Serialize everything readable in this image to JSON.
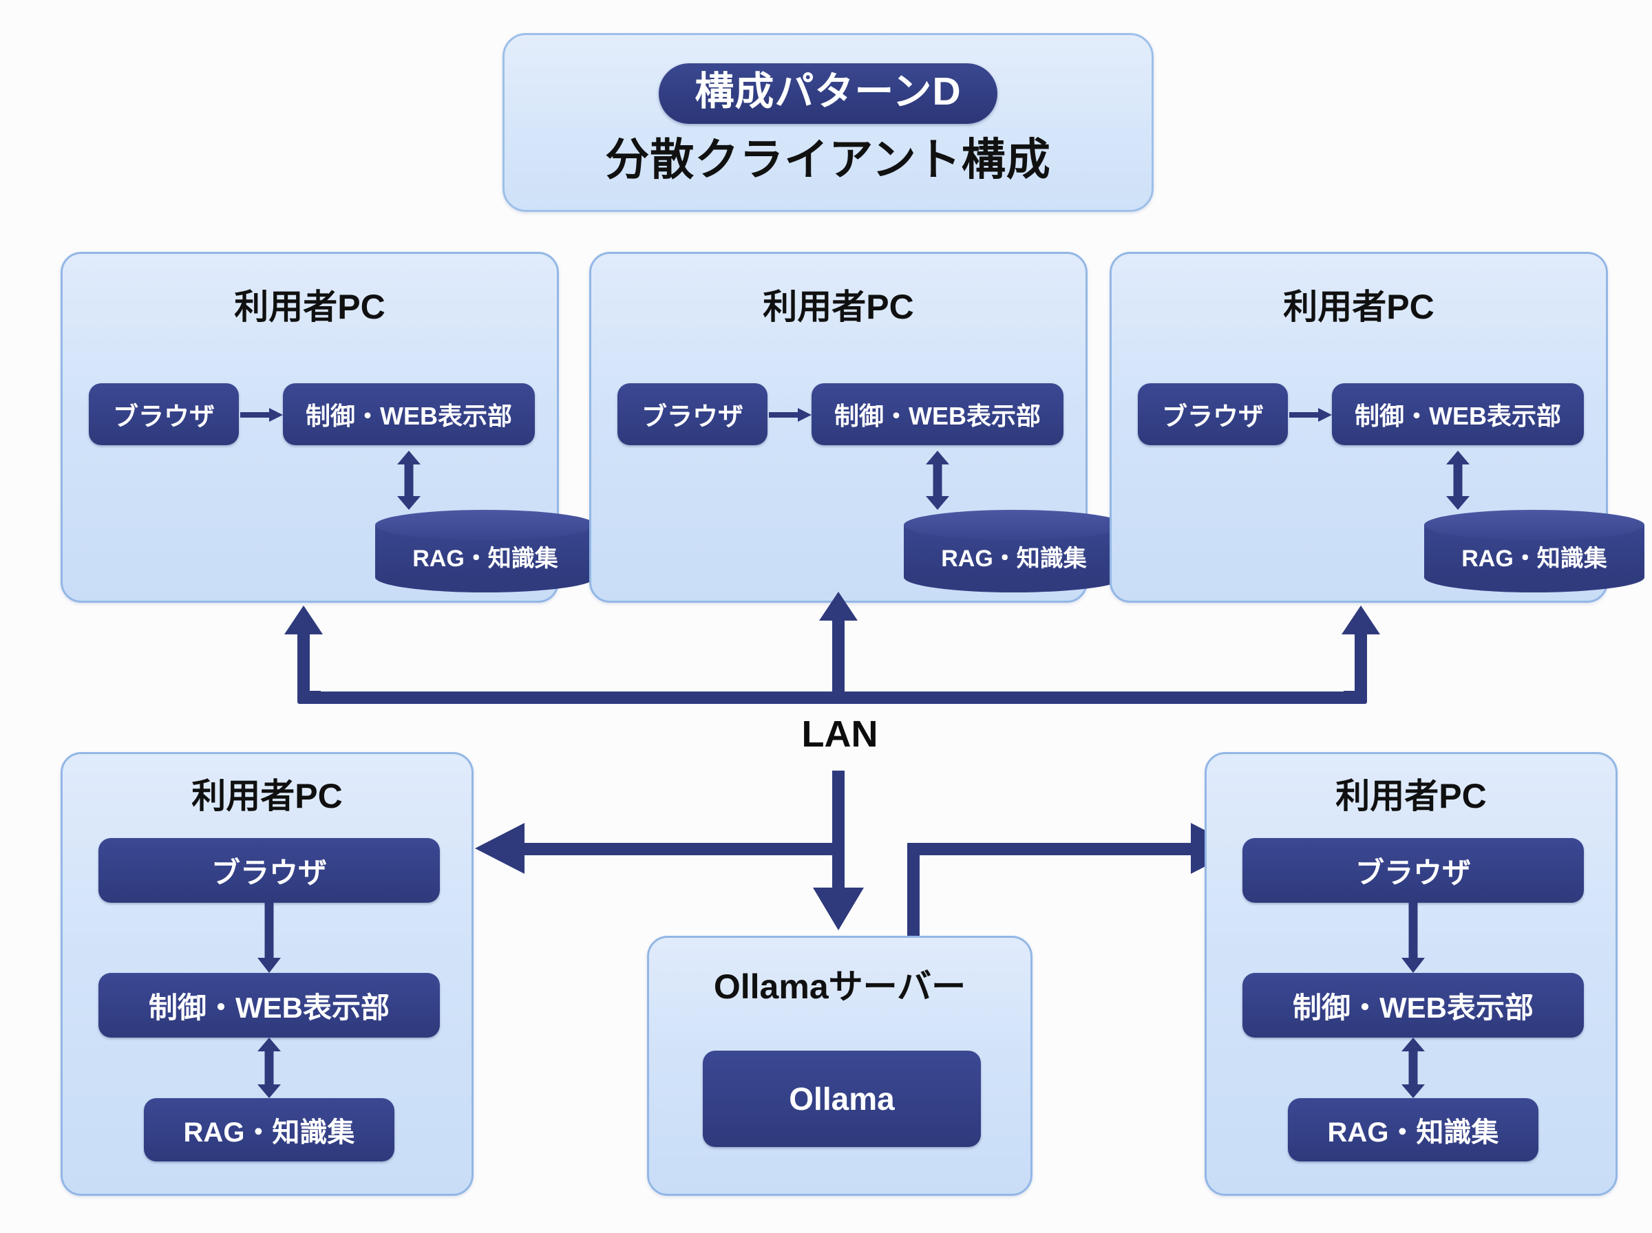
{
  "header": {
    "badge": "構成パターンD",
    "title": "分散クライアント構成"
  },
  "colors": {
    "navy": "#2f3a7c",
    "card_blue": "#d2e3f9",
    "card_border": "#93b7e5",
    "background": "#fcfcfd",
    "badge_navy": "#2c3677",
    "text_dark": "#111111",
    "text_light": "#ffffff"
  },
  "labels": {
    "user_pc": "利用者PC",
    "browser": "ブラウザ",
    "control_web": "制御・WEB表示部",
    "rag": "RAG・知識集",
    "lan": "LAN",
    "ollama_server": "Ollamaサーバー",
    "ollama": "Ollama"
  },
  "top_row": [
    {
      "title": "利用者PC",
      "browser": "ブラウザ",
      "control": "制御・WEB表示部",
      "store": "RAG・知識集"
    },
    {
      "title": "利用者PC",
      "browser": "ブラウザ",
      "control": "制御・WEB表示部",
      "store": "RAG・知識集"
    },
    {
      "title": "利用者PC",
      "browser": "ブラウザ",
      "control": "制御・WEB表示部",
      "store": "RAG・知識集"
    }
  ],
  "bottom_left": {
    "title": "利用者PC",
    "browser": "ブラウザ",
    "control": "制御・WEB表示部",
    "store": "RAG・知識集"
  },
  "bottom_right": {
    "title": "利用者PC",
    "browser": "ブラウザ",
    "control": "制御・WEB表示部",
    "store": "RAG・知識集"
  },
  "server": {
    "title": "Ollamaサーバー",
    "component": "Ollama"
  },
  "network": {
    "label": "LAN"
  }
}
